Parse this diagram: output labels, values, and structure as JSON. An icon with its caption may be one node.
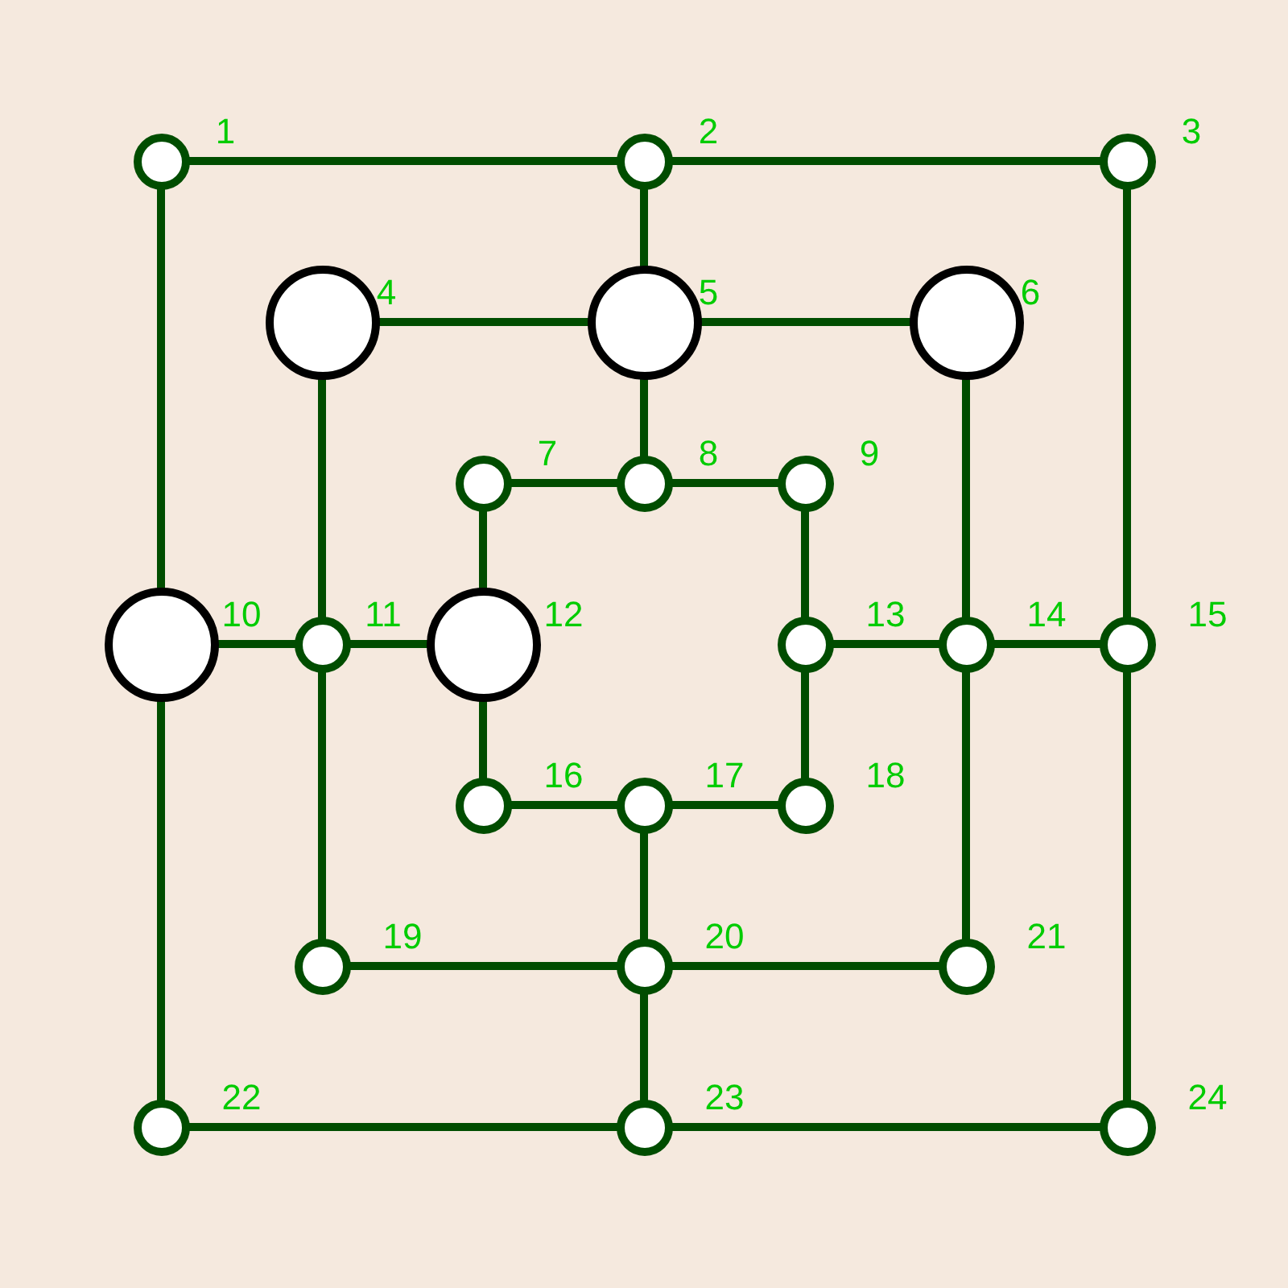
{
  "diagram": {
    "nodes": [
      {
        "text": [],
        "shape": "circle",
        "beside": [
          "1"
        ]
      },
      {
        "text": [],
        "shape": "circle",
        "beside": [
          "2"
        ]
      },
      {
        "text": [],
        "shape": "circle",
        "beside": [
          "3"
        ]
      },
      {
        "text": [],
        "shape": "disc",
        "beside": [
          "4"
        ]
      },
      {
        "text": [],
        "shape": "disc",
        "beside": [
          "5"
        ]
      },
      {
        "text": [],
        "shape": "disc",
        "beside": [
          "6"
        ]
      },
      {
        "text": [],
        "shape": "circle",
        "beside": [
          "7"
        ]
      },
      {
        "text": [],
        "shape": "circle",
        "beside": [
          "8"
        ]
      },
      {
        "text": [],
        "shape": "circle",
        "beside": [
          "9"
        ]
      },
      {
        "text": [],
        "shape": "disc",
        "beside": [
          "10"
        ]
      },
      {
        "text": [],
        "shape": "circle",
        "beside": [
          "11"
        ]
      },
      {
        "text": [],
        "shape": "disc",
        "beside": [
          "12"
        ]
      },
      {
        "text": [],
        "shape": "circle",
        "beside": [
          "13"
        ]
      },
      {
        "text": [],
        "shape": "circle",
        "beside": [
          "14"
        ]
      },
      {
        "text": [],
        "shape": "circle",
        "beside": [
          "15"
        ]
      },
      {
        "text": [],
        "shape": "circle",
        "beside": [
          "16"
        ]
      },
      {
        "text": [],
        "shape": "circle",
        "beside": [
          "17"
        ]
      },
      {
        "text": [],
        "shape": "circle",
        "beside": [
          "18"
        ]
      },
      {
        "text": [],
        "shape": "circle",
        "beside": [
          "19"
        ]
      },
      {
        "text": [],
        "shape": "circle",
        "beside": [
          "20"
        ]
      },
      {
        "text": [],
        "shape": "circle",
        "beside": [
          "21"
        ]
      },
      {
        "text": [],
        "shape": "circle",
        "beside": [
          "22"
        ]
      },
      {
        "text": [],
        "shape": "circle",
        "beside": [
          "23"
        ]
      },
      {
        "text": [],
        "shape": "circle",
        "beside": [
          "24"
        ]
      }
    ],
    "edges": [
      {
        "from": 0,
        "to": 1,
        "arrow": "none"
      },
      {
        "from": 1,
        "to": 2,
        "arrow": "none"
      },
      {
        "from": 3,
        "to": 4,
        "arrow": "none"
      },
      {
        "from": 4,
        "to": 5,
        "arrow": "none"
      },
      {
        "from": 6,
        "to": 7,
        "arrow": "none"
      },
      {
        "from": 7,
        "to": 8,
        "arrow": "none"
      },
      {
        "from": 9,
        "to": 10,
        "arrow": "none"
      },
      {
        "from": 10,
        "to": 11,
        "arrow": "none"
      },
      {
        "from": 12,
        "to": 13,
        "arrow": "none"
      },
      {
        "from": 13,
        "to": 14,
        "arrow": "none"
      },
      {
        "from": 15,
        "to": 16,
        "arrow": "none"
      },
      {
        "from": 16,
        "to": 17,
        "arrow": "none"
      },
      {
        "from": 18,
        "to": 19,
        "arrow": "none"
      },
      {
        "from": 19,
        "to": 20,
        "arrow": "none"
      },
      {
        "from": 21,
        "to": 22,
        "arrow": "none"
      },
      {
        "from": 22,
        "to": 23,
        "arrow": "none"
      },
      {
        "from": 0,
        "to": 9,
        "arrow": "none"
      },
      {
        "from": 9,
        "to": 21,
        "arrow": "none"
      },
      {
        "from": 3,
        "to": 10,
        "arrow": "none"
      },
      {
        "from": 10,
        "to": 18,
        "arrow": "none"
      },
      {
        "from": 6,
        "to": 11,
        "arrow": "none"
      },
      {
        "from": 11,
        "to": 15,
        "arrow": "none"
      },
      {
        "from": 1,
        "to": 4,
        "arrow": "none"
      },
      {
        "from": 4,
        "to": 7,
        "arrow": "none"
      },
      {
        "from": 16,
        "to": 19,
        "arrow": "none"
      },
      {
        "from": 19,
        "to": 22,
        "arrow": "none"
      },
      {
        "from": 8,
        "to": 12,
        "arrow": "none"
      },
      {
        "from": 12,
        "to": 17,
        "arrow": "none"
      },
      {
        "from": 5,
        "to": 13,
        "arrow": "none"
      },
      {
        "from": 13,
        "to": 20,
        "arrow": "none"
      },
      {
        "from": 2,
        "to": 14,
        "arrow": "none"
      },
      {
        "from": 14,
        "to": 23,
        "arrow": "none"
      }
    ]
  }
}
